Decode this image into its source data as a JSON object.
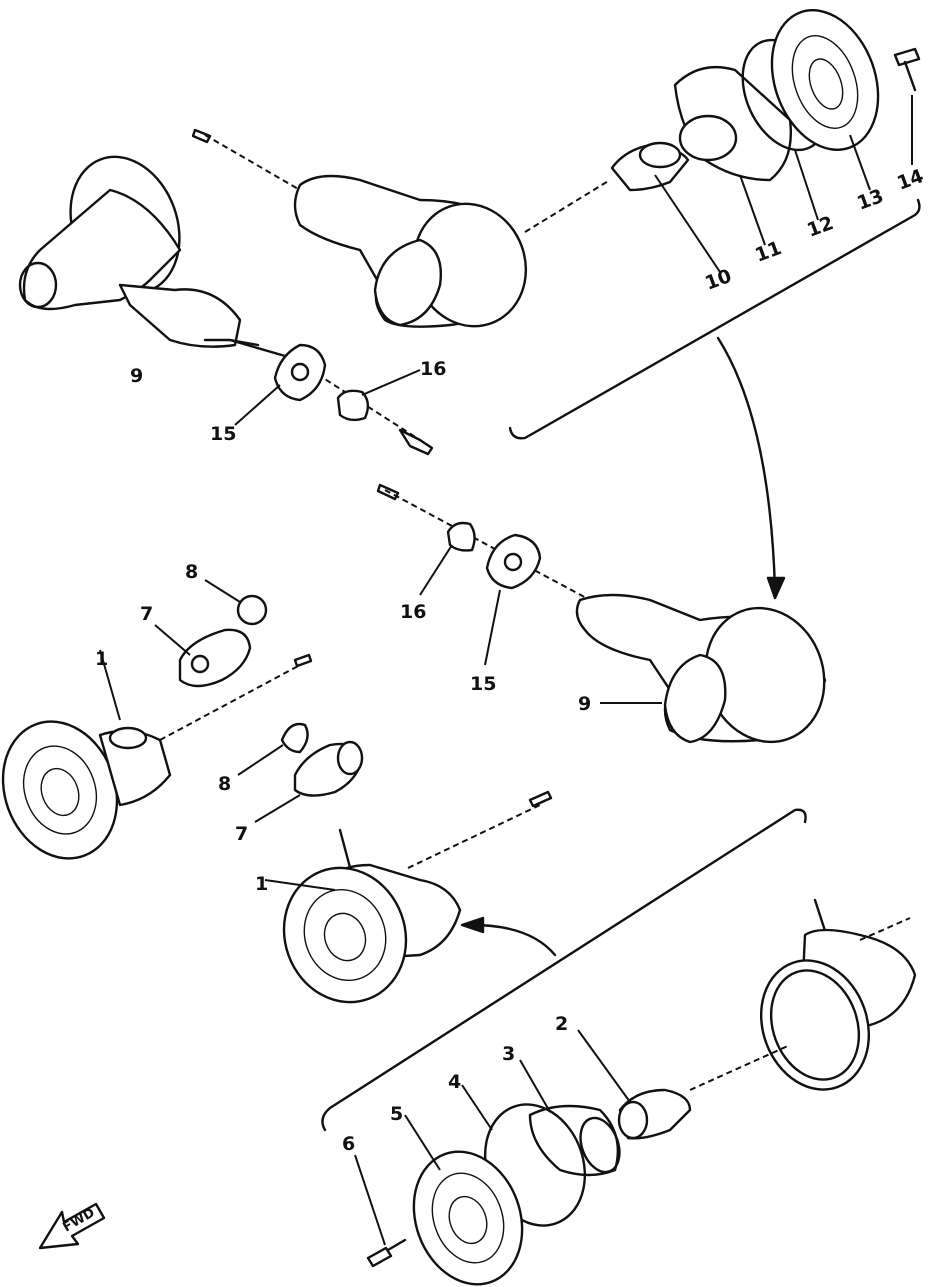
{
  "labels": {
    "p1a": "1",
    "p1b": "1",
    "p2": "2",
    "p3": "3",
    "p4": "4",
    "p5": "5",
    "p6": "6",
    "p7a": "7",
    "p7b": "7",
    "p8a": "8",
    "p8b": "8",
    "p9a": "9",
    "p9b": "9",
    "p10": "10",
    "p11": "11",
    "p12": "12",
    "p13": "13",
    "p14": "14",
    "p15a": "15",
    "p15b": "15",
    "p16a": "16",
    "p16b": "16"
  },
  "fwd": "FWD"
}
